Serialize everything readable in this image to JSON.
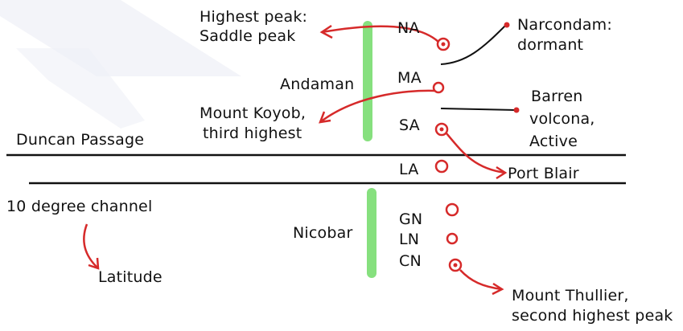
{
  "colors": {
    "ink": "#111111",
    "accent_red": "#d62a2a",
    "bar_green": "#86e07e",
    "watermark": "#e9ecf4"
  },
  "labels": {
    "highest_peak_line1": "Highest peak:",
    "highest_peak_line2": "Saddle peak",
    "narcondam_line1": "Narcondam:",
    "narcondam_line2": "dormant",
    "andaman": "Andaman",
    "mount_koyob_line1": "Mount Koyob,",
    "mount_koyob_line2": "third highest",
    "barren_line1": "Barren",
    "barren_line2": "volcona,",
    "barren_line3": "Active",
    "duncan_passage": "Duncan Passage",
    "port_blair": "Port Blair",
    "ten_degree_channel": "10 degree channel",
    "latitude": "Latitude",
    "nicobar": "Nicobar",
    "mount_thullier_line1": "Mount Thullier,",
    "mount_thullier_line2": "second highest peak"
  },
  "islands": {
    "na": "NA",
    "ma": "MA",
    "sa": "SA",
    "la": "LA",
    "gn": "GN",
    "ln": "LN",
    "cn": "CN"
  },
  "icons": [
    "red-circle-marker-icon",
    "red-dotted-circle-marker-icon",
    "red-arrow-icon",
    "black-pointer-dot-icon"
  ]
}
